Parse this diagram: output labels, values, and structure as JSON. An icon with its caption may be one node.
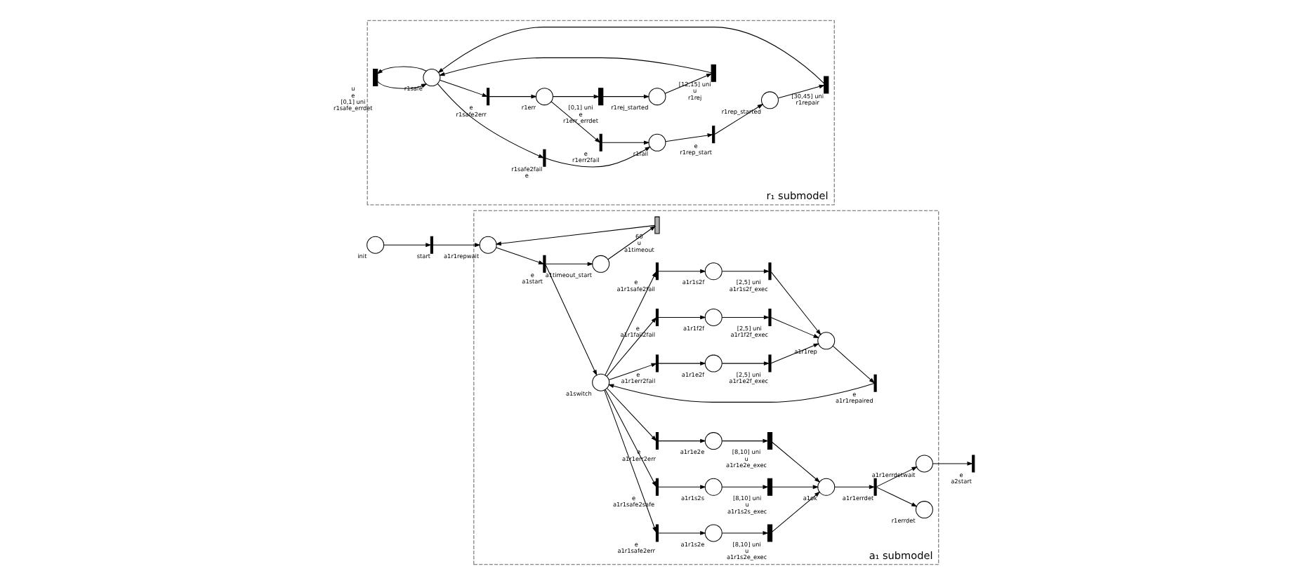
{
  "diagram": {
    "nodes": [
      {
        "text": [
          "a₁ submodel"
        ]
      },
      {
        "text": [
          "r₁ submodel"
        ]
      },
      {
        "text": [],
        "shape": "circle",
        "beside": [
          "init"
        ]
      },
      {
        "text": [],
        "shape": "bar",
        "beside": [
          "start"
        ]
      },
      {
        "text": [],
        "shape": "circle",
        "beside": [
          "a1r1repwait"
        ],
        "in": 0
      },
      {
        "text": [],
        "shape": "bar",
        "beside": [
          "60",
          "u",
          "a1timeout"
        ],
        "in": 0
      },
      {
        "text": [],
        "shape": "circle",
        "beside": [
          "a1timeout_start"
        ],
        "in": 0
      },
      {
        "text": [],
        "shape": "bar",
        "beside": [
          "e",
          "a1start"
        ],
        "in": 0
      },
      {
        "text": [],
        "shape": "circle",
        "beside": [
          "a1switch"
        ],
        "in": 0
      },
      {
        "text": [],
        "shape": "bar",
        "beside": [
          "e",
          "a1r1safe2safe"
        ],
        "in": 0
      },
      {
        "text": [],
        "shape": "circle",
        "beside": [
          "a1r1s2s"
        ],
        "in": 0
      },
      {
        "text": [],
        "shape": "bar",
        "beside": [
          "[8,10] uni",
          "u",
          "a1r1s2s_exec"
        ],
        "in": 0
      },
      {
        "text": [],
        "shape": "circle",
        "beside": [
          "a1ok"
        ],
        "in": 0
      },
      {
        "text": [],
        "shape": "bar",
        "beside": [
          "a1r1errdet"
        ],
        "in": 0
      },
      {
        "text": [],
        "shape": "circle",
        "beside": [
          "r1errdet"
        ],
        "in": 0
      },
      {
        "text": [],
        "shape": "circle",
        "beside": [
          "a1r1errdetwait"
        ],
        "in": 0
      },
      {
        "text": [],
        "shape": "bar",
        "beside": [
          "e",
          "a2start"
        ]
      },
      {
        "text": [],
        "shape": "bar",
        "beside": [
          "e",
          "a1r1safe2err"
        ],
        "in": 0
      },
      {
        "text": [],
        "shape": "circle",
        "beside": [
          "a1r1s2e"
        ],
        "in": 0
      },
      {
        "text": [],
        "shape": "bar",
        "beside": [
          "[8,10] uni",
          "u",
          "a1r1s2e_exec"
        ],
        "in": 0
      },
      {
        "text": [],
        "shape": "bar",
        "beside": [
          "e",
          "a1r1safe2fail"
        ],
        "in": 0
      },
      {
        "text": [],
        "shape": "circle",
        "beside": [
          "a1r1s2f"
        ],
        "in": 0
      },
      {
        "text": [],
        "shape": "bar",
        "beside": [
          "[2,5] uni",
          "a1r1s2f_exec"
        ],
        "in": 0
      },
      {
        "text": [],
        "shape": "bar",
        "beside": [
          "e",
          "a1r1err2err"
        ],
        "in": 0
      },
      {
        "text": [],
        "shape": "circle",
        "beside": [
          "a1r1e2e"
        ],
        "in": 0
      },
      {
        "text": [],
        "shape": "bar",
        "beside": [
          "[8,10] uni",
          "u",
          "a1r1e2e_exec"
        ],
        "in": 0
      },
      {
        "text": [],
        "shape": "bar",
        "beside": [
          "e",
          "a1r1err2fail"
        ],
        "in": 0
      },
      {
        "text": [],
        "shape": "circle",
        "beside": [
          "a1r1e2f"
        ],
        "in": 0
      },
      {
        "text": [],
        "shape": "bar",
        "beside": [
          "[2,5] uni",
          "a1r1e2f_exec"
        ],
        "in": 0
      },
      {
        "text": [],
        "shape": "circle",
        "beside": [
          "a1r1rep"
        ],
        "in": 0
      },
      {
        "text": [],
        "shape": "bar",
        "beside": [
          "e",
          "a1r1repaired"
        ],
        "in": 0
      },
      {
        "text": [],
        "shape": "bar",
        "beside": [
          "e",
          "a1r1fail2fail"
        ],
        "in": 0
      },
      {
        "text": [],
        "shape": "circle",
        "beside": [
          "a1r1f2f"
        ],
        "in": 0
      },
      {
        "text": [],
        "shape": "bar",
        "beside": [
          "[2,5] uni",
          "a1r1f2f_exec"
        ],
        "in": 0
      },
      {
        "text": [],
        "shape": "bar",
        "beside": [
          "u",
          "e",
          "[0,1] uni",
          "r1safe_errdet"
        ],
        "in": 1
      },
      {
        "text": [],
        "shape": "bar",
        "beside": [
          "r1safe2fail",
          "e"
        ],
        "in": 1
      },
      {
        "text": [],
        "shape": "circle",
        "beside": [
          "r1safe"
        ],
        "in": 1
      },
      {
        "text": [],
        "shape": "bar",
        "beside": [
          "e",
          "r1safe2err"
        ],
        "in": 1
      },
      {
        "text": [],
        "shape": "circle",
        "beside": [
          "r1err"
        ],
        "in": 1
      },
      {
        "text": [],
        "shape": "bar",
        "beside": [
          "e",
          "r1err2fail"
        ],
        "in": 1
      },
      {
        "text": [],
        "shape": "circle",
        "beside": [
          "r1fail"
        ],
        "in": 1
      },
      {
        "text": [],
        "shape": "bar",
        "beside": [
          "[12,15] uni",
          "u",
          "r1rej"
        ],
        "in": 1
      },
      {
        "text": [],
        "shape": "circle",
        "beside": [
          "r1rej_started"
        ],
        "in": 1
      },
      {
        "text": [],
        "shape": "bar",
        "beside": [
          "[0,1] uni",
          "e",
          "r1err_errdet"
        ],
        "in": 1
      },
      {
        "text": [],
        "shape": "bar",
        "beside": [
          "[30,45] uni",
          "r1repair"
        ],
        "in": 1
      },
      {
        "text": [],
        "shape": "circle",
        "beside": [
          "r1rep_started"
        ],
        "in": 1
      },
      {
        "text": [],
        "shape": "bar",
        "beside": [
          "e",
          "r1rep_start"
        ],
        "in": 1
      }
    ],
    "edges": [
      {
        "from": 2,
        "to": 3,
        "arrow": "to"
      },
      {
        "from": 3,
        "to": 4,
        "arrow": "to"
      },
      {
        "from": 5,
        "to": 4,
        "arrow": "to"
      },
      {
        "from": 6,
        "to": 5,
        "arrow": "to"
      },
      {
        "from": 7,
        "to": 6,
        "arrow": "to"
      },
      {
        "from": 4,
        "to": 7,
        "arrow": "to"
      },
      {
        "from": 7,
        "to": 8,
        "arrow": "to"
      },
      {
        "from": 8,
        "to": 9,
        "arrow": "to"
      },
      {
        "from": 9,
        "to": 10,
        "arrow": "to"
      },
      {
        "from": 10,
        "to": 11,
        "arrow": "to"
      },
      {
        "from": 11,
        "to": 12,
        "arrow": "to"
      },
      {
        "from": 12,
        "to": 13,
        "arrow": "to"
      },
      {
        "from": 13,
        "to": 14,
        "arrow": "to"
      },
      {
        "from": 13,
        "to": 15,
        "arrow": "to"
      },
      {
        "from": 15,
        "to": 16,
        "arrow": "to"
      },
      {
        "from": 8,
        "to": 17,
        "arrow": "to"
      },
      {
        "from": 17,
        "to": 18,
        "arrow": "to"
      },
      {
        "from": 18,
        "to": 19,
        "arrow": "to"
      },
      {
        "from": 19,
        "to": 12,
        "arrow": "to"
      },
      {
        "from": 8,
        "to": 20,
        "arrow": "to"
      },
      {
        "from": 20,
        "to": 21,
        "arrow": "to"
      },
      {
        "from": 21,
        "to": 22,
        "arrow": "to"
      },
      {
        "from": 22,
        "to": 29,
        "arrow": "to"
      },
      {
        "from": 8,
        "to": 23,
        "arrow": "to"
      },
      {
        "from": 23,
        "to": 24,
        "arrow": "to"
      },
      {
        "from": 24,
        "to": 25,
        "arrow": "to"
      },
      {
        "from": 25,
        "to": 12,
        "arrow": "to"
      },
      {
        "from": 8,
        "to": 26,
        "arrow": "to"
      },
      {
        "from": 26,
        "to": 27,
        "arrow": "to"
      },
      {
        "from": 27,
        "to": 28,
        "arrow": "to"
      },
      {
        "from": 28,
        "to": 29,
        "arrow": "to"
      },
      {
        "from": 29,
        "to": 30,
        "arrow": "to"
      },
      {
        "from": 30,
        "to": 8,
        "arrow": "to"
      },
      {
        "from": 8,
        "to": 31,
        "arrow": "to"
      },
      {
        "from": 31,
        "to": 32,
        "arrow": "to"
      },
      {
        "from": 32,
        "to": 33,
        "arrow": "to"
      },
      {
        "from": 33,
        "to": 29,
        "arrow": "to"
      },
      {
        "from": 36,
        "to": 34,
        "arrow": "to"
      },
      {
        "from": 34,
        "to": 36,
        "arrow": "to"
      },
      {
        "from": 36,
        "to": 35,
        "arrow": "to"
      },
      {
        "from": 35,
        "to": 40,
        "arrow": "to"
      },
      {
        "from": 36,
        "to": 37,
        "arrow": "to"
      },
      {
        "from": 37,
        "to": 38,
        "arrow": "to"
      },
      {
        "from": 38,
        "to": 39,
        "arrow": "to"
      },
      {
        "from": 39,
        "to": 40,
        "arrow": "to"
      },
      {
        "from": 38,
        "to": 43,
        "arrow": "to"
      },
      {
        "from": 43,
        "to": 42,
        "arrow": "to"
      },
      {
        "from": 42,
        "to": 41,
        "arrow": "to"
      },
      {
        "from": 41,
        "to": 36,
        "arrow": "to"
      },
      {
        "from": 40,
        "to": 46,
        "arrow": "to"
      },
      {
        "from": 46,
        "to": 45,
        "arrow": "to"
      },
      {
        "from": 45,
        "to": 44,
        "arrow": "to"
      },
      {
        "from": 44,
        "to": 36,
        "arrow": "to"
      }
    ]
  }
}
